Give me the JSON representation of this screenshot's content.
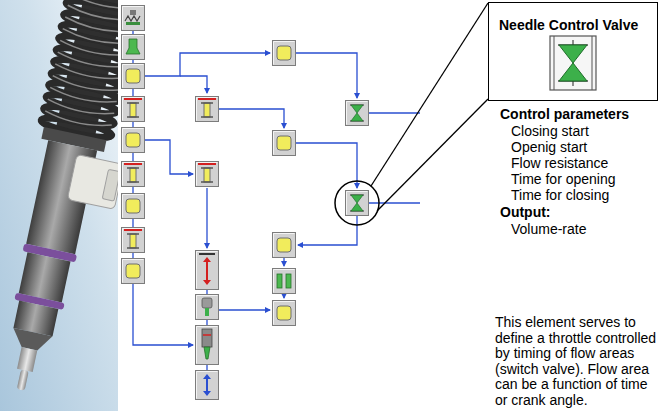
{
  "diagram": {
    "nodes": [
      {
        "text": [
          "Needle Control Valve"
        ]
      }
    ],
    "labels": [
      "Control parameters",
      "Closing start",
      "Openig start",
      "Flow resistance",
      "Time for opening",
      "Time for closing",
      "Output:",
      "Volume-rate",
      "This element serves to define a throttle controlled by timing of flow areas (switch valve). Flow area can be a function of time or crank angle."
    ]
  }
}
